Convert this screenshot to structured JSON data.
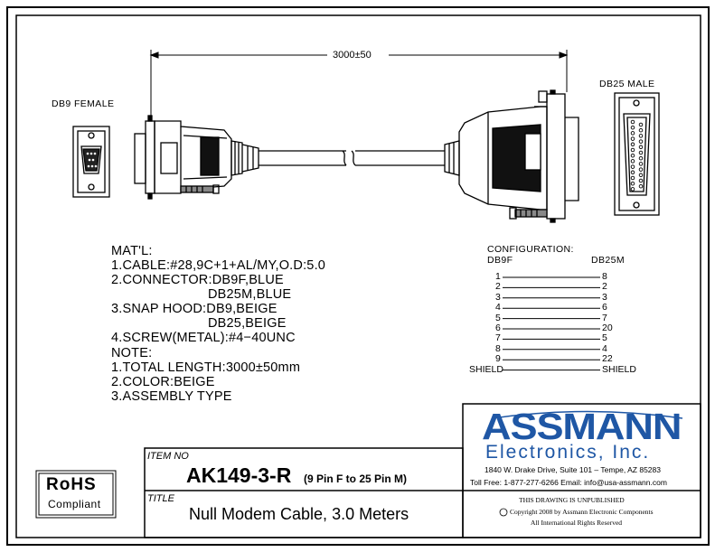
{
  "drawing": {
    "dimension": "3000±50",
    "left_view_label": "DB9 FEMALE",
    "right_view_label": "DB25 MALE"
  },
  "materials": {
    "heading": "MAT'L:",
    "lines": [
      "1.CABLE:#28,9C+1+AL/MY,O.D:5.0",
      "2.CONNECTOR:DB9F,BLUE",
      "DB25M,BLUE",
      "3.SNAP  HOOD:DB9,BEIGE",
      "DB25,BEIGE",
      "4.SCREW(METAL):#4−40UNC"
    ],
    "note_heading": "NOTE:",
    "notes": [
      "1.TOTAL  LENGTH:3000±50mm",
      "2.COLOR:BEIGE",
      "3.ASSEMBLY  TYPE"
    ]
  },
  "configuration": {
    "title": "CONFIGURATION:",
    "left_header": "DB9F",
    "right_header": "DB25M",
    "pins": [
      {
        "from": "1",
        "to": "8"
      },
      {
        "from": "2",
        "to": "2"
      },
      {
        "from": "3",
        "to": "3"
      },
      {
        "from": "4",
        "to": "6"
      },
      {
        "from": "5",
        "to": "7"
      },
      {
        "from": "6",
        "to": "20"
      },
      {
        "from": "7",
        "to": "5"
      },
      {
        "from": "8",
        "to": "4"
      },
      {
        "from": "9",
        "to": "22"
      },
      {
        "from": "SHIELD",
        "to": "SHIELD"
      }
    ]
  },
  "company": {
    "name": "ASSMANN",
    "subtitle": "Electronics, Inc.",
    "address": "1840 W. Drake Drive, Suite 101 – Tempe, AZ 85283",
    "contact": "Toll Free: 1-877-277-6266   Email: info@usa-assmann.com",
    "unpublished": "THIS DRAWING IS UNPUBLISHED",
    "copyright": "Copyright 2008 by Assmann Electronic Components",
    "rights": "All International Rights Reserved"
  },
  "title_block": {
    "item_label": "ITEM NO",
    "item_number": "AK149-3-R",
    "item_desc": "(9 Pin F to 25 Pin M)",
    "title_label": "TITLE",
    "title": "Null Modem Cable, 3.0 Meters"
  },
  "rohs": {
    "line1": "RoHS",
    "line2": "Compliant"
  }
}
